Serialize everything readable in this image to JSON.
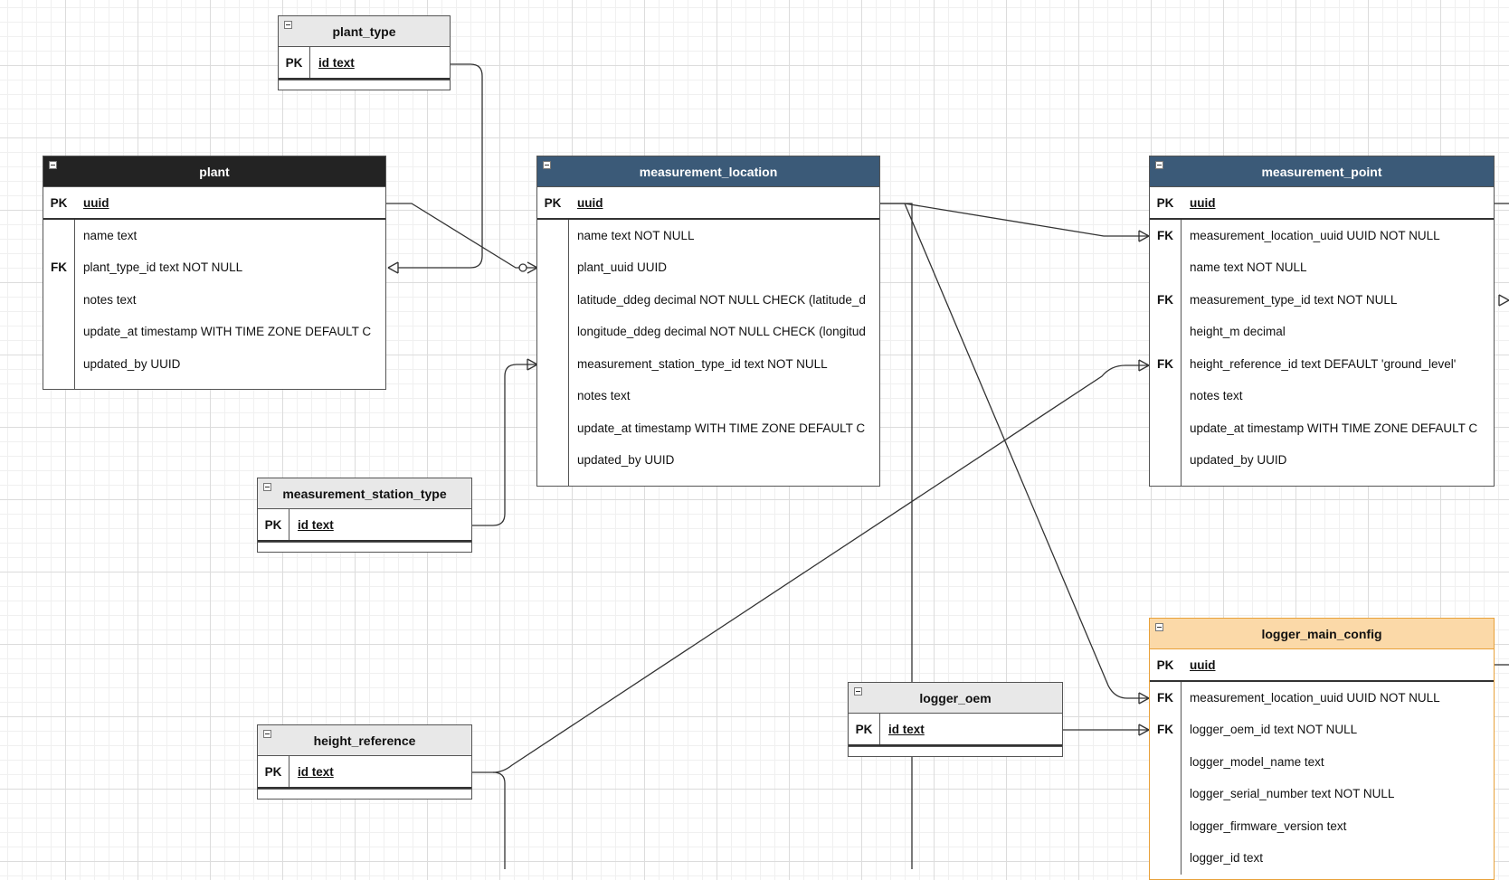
{
  "colors": {
    "dark_header": "#232323",
    "blue_header": "#3b5a78",
    "gray_header": "#e8e8e8",
    "orange_header": "#fbd9a8",
    "orange_border": "#e8a13a"
  },
  "tables": {
    "plant_type": {
      "title": "plant_type",
      "pk": "PK",
      "pk_field": "id text"
    },
    "plant": {
      "title": "plant",
      "pk": "PK",
      "pk_field": "uuid",
      "rows": [
        {
          "key": "",
          "field": "name text"
        },
        {
          "key": "FK",
          "field": "plant_type_id text NOT NULL"
        },
        {
          "key": "",
          "field": "notes text"
        },
        {
          "key": "",
          "field": "update_at timestamp WITH TIME ZONE DEFAULT C"
        },
        {
          "key": "",
          "field": "updated_by UUID"
        }
      ]
    },
    "measurement_location": {
      "title": "measurement_location",
      "pk": "PK",
      "pk_field": "uuid",
      "rows": [
        {
          "key": "",
          "field": "name text NOT NULL"
        },
        {
          "key": "",
          "field": "plant_uuid UUID"
        },
        {
          "key": "",
          "field": "latitude_ddeg decimal NOT NULL CHECK (latitude_d"
        },
        {
          "key": "",
          "field": "longitude_ddeg decimal NOT NULL CHECK (longitud"
        },
        {
          "key": "",
          "field": "measurement_station_type_id text NOT NULL"
        },
        {
          "key": "",
          "field": "notes text"
        },
        {
          "key": "",
          "field": "update_at timestamp WITH TIME ZONE DEFAULT C"
        },
        {
          "key": "",
          "field": "updated_by UUID"
        }
      ]
    },
    "measurement_point": {
      "title": "measurement_point",
      "pk": "PK",
      "pk_field": "uuid",
      "rows": [
        {
          "key": "FK",
          "field": "measurement_location_uuid UUID NOT NULL"
        },
        {
          "key": "",
          "field": "name text NOT NULL"
        },
        {
          "key": "FK",
          "field": "measurement_type_id text NOT NULL"
        },
        {
          "key": "",
          "field": "height_m decimal"
        },
        {
          "key": "FK",
          "field": "height_reference_id text DEFAULT 'ground_level'"
        },
        {
          "key": "",
          "field": "notes text"
        },
        {
          "key": "",
          "field": "update_at timestamp WITH TIME ZONE DEFAULT C"
        },
        {
          "key": "",
          "field": "updated_by UUID"
        }
      ]
    },
    "measurement_station_type": {
      "title": "measurement_station_type",
      "pk": "PK",
      "pk_field": "id text"
    },
    "height_reference": {
      "title": "height_reference",
      "pk": "PK",
      "pk_field": "id text"
    },
    "logger_oem": {
      "title": "logger_oem",
      "pk": "PK",
      "pk_field": "id text"
    },
    "logger_main_config": {
      "title": "logger_main_config",
      "pk": "PK",
      "pk_field": "uuid",
      "rows": [
        {
          "key": "FK",
          "field": "measurement_location_uuid UUID NOT NULL"
        },
        {
          "key": "FK",
          "field": "logger_oem_id text NOT NULL"
        },
        {
          "key": "",
          "field": "logger_model_name text"
        },
        {
          "key": "",
          "field": "logger_serial_number text NOT NULL"
        },
        {
          "key": "",
          "field": "logger_firmware_version text"
        },
        {
          "key": "",
          "field": "logger_id text"
        }
      ]
    }
  }
}
